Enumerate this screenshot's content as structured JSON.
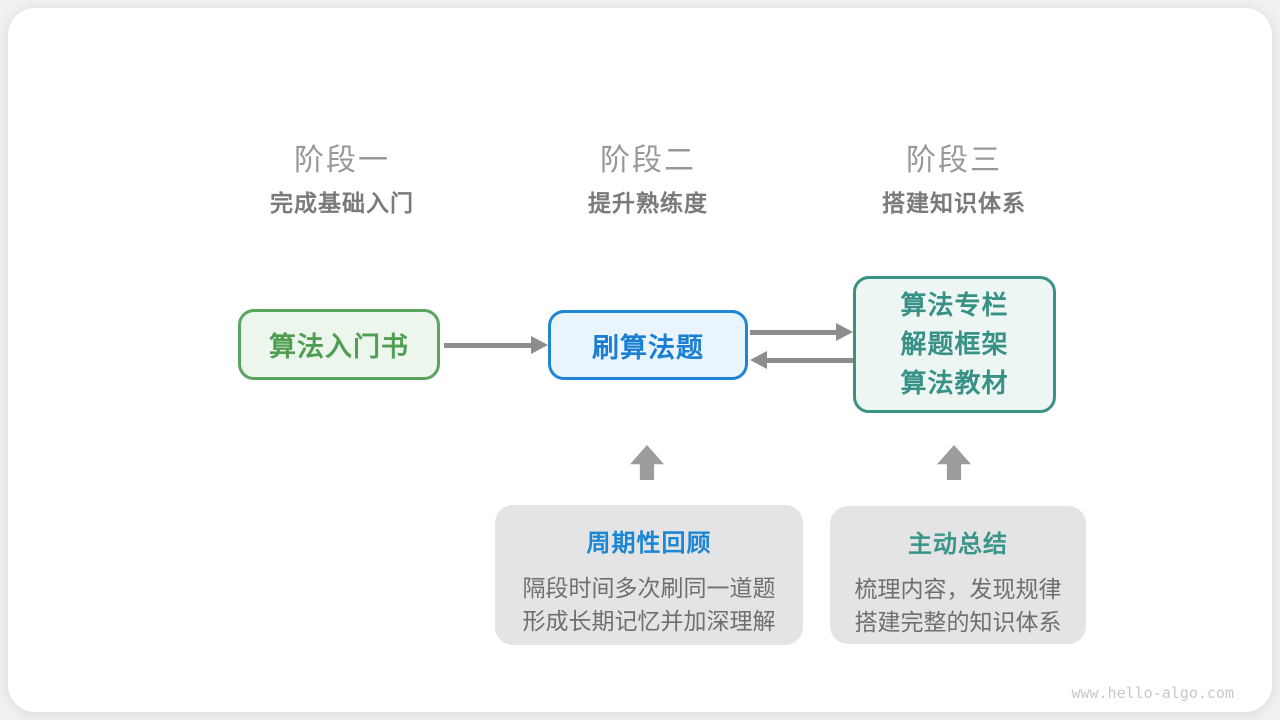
{
  "diagram": {
    "stages": [
      {
        "label": "阶段一",
        "subtitle": "完成基础入门"
      },
      {
        "label": "阶段二",
        "subtitle": "提升熟练度"
      },
      {
        "label": "阶段三",
        "subtitle": "搭建知识体系"
      }
    ],
    "nodes": {
      "intro_book": {
        "label": "算法入门书",
        "border_color": "#5aa55e",
        "text_color": "#4f9e52",
        "bg_color": "#edf6ed"
      },
      "practice": {
        "label": "刷算法题",
        "border_color": "#1e86d3",
        "text_color": "#1b80d4",
        "bg_color": "#eaf4fc"
      },
      "resources": {
        "lines": [
          "算法专栏",
          "解题框架",
          "算法教材"
        ],
        "border_color": "#3a9186",
        "text_color": "#389186",
        "bg_color": "#eef6f3"
      }
    },
    "panels": [
      {
        "title": "周期性回顾",
        "title_color": "#1c86d6",
        "body_lines": [
          "隔段时间多次刷同一道题",
          "形成长期记忆并加深理解"
        ]
      },
      {
        "title": "主动总结",
        "title_color": "#39948a",
        "body_lines": [
          "梳理内容，发现规律",
          "搭建完整的知识体系"
        ]
      }
    ],
    "arrow_color": "#8d8d8d",
    "stage_label_color": "#989898",
    "stage_subtitle_color": "#7a7a7a",
    "watermark": "www.hello-algo.com"
  }
}
